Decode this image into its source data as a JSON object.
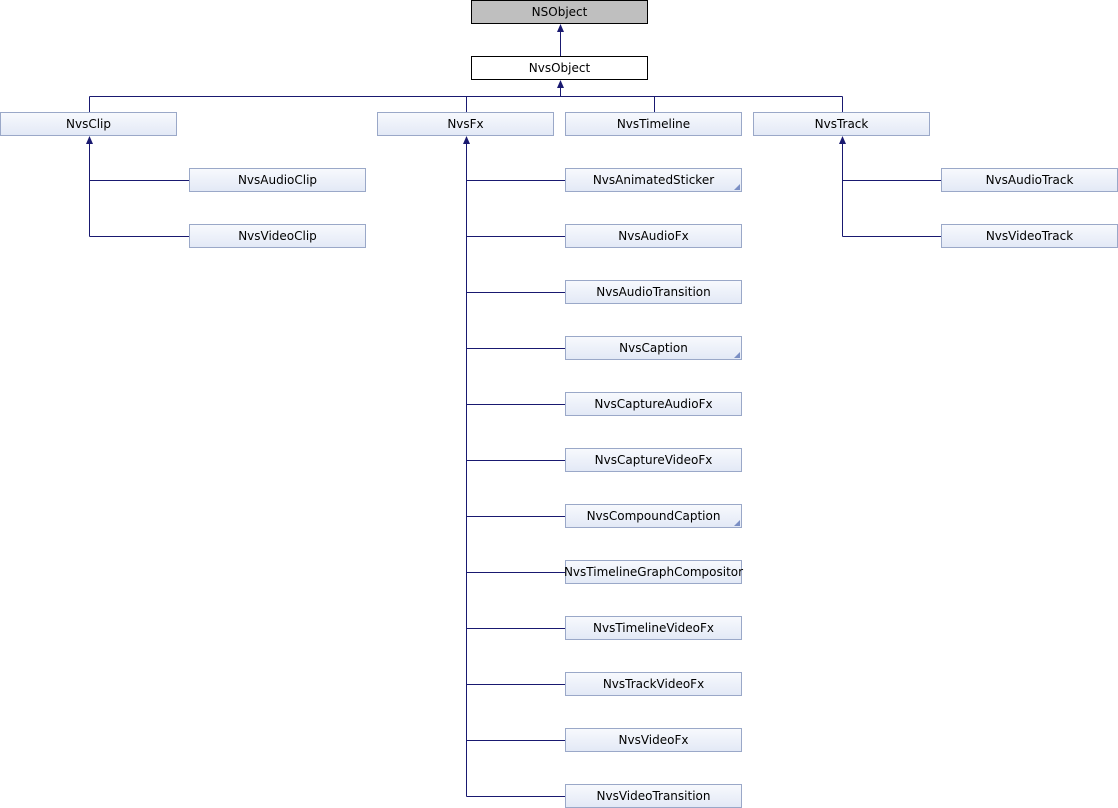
{
  "diagram": {
    "nodes": [
      {
        "id": "NSObject",
        "label": "NSObject",
        "kind": "root",
        "link": false,
        "more": false
      },
      {
        "id": "NvsObject",
        "label": "NvsObject",
        "kind": "current",
        "link": false,
        "more": false
      },
      {
        "id": "NvsClip",
        "label": "NvsClip",
        "kind": "class",
        "link": true,
        "more": false
      },
      {
        "id": "NvsFx",
        "label": "NvsFx",
        "kind": "class",
        "link": true,
        "more": false
      },
      {
        "id": "NvsTimeline",
        "label": "NvsTimeline",
        "kind": "class",
        "link": true,
        "more": false
      },
      {
        "id": "NvsTrack",
        "label": "NvsTrack",
        "kind": "class",
        "link": true,
        "more": false
      },
      {
        "id": "NvsAudioClip",
        "label": "NvsAudioClip",
        "kind": "class",
        "link": true,
        "more": false
      },
      {
        "id": "NvsVideoClip",
        "label": "NvsVideoClip",
        "kind": "class",
        "link": true,
        "more": false
      },
      {
        "id": "NvsAudioTrack",
        "label": "NvsAudioTrack",
        "kind": "class",
        "link": true,
        "more": false
      },
      {
        "id": "NvsVideoTrack",
        "label": "NvsVideoTrack",
        "kind": "class",
        "link": true,
        "more": false
      },
      {
        "id": "NvsAnimatedSticker",
        "label": "NvsAnimatedSticker",
        "kind": "class",
        "link": true,
        "more": true
      },
      {
        "id": "NvsAudioFx",
        "label": "NvsAudioFx",
        "kind": "class",
        "link": true,
        "more": false
      },
      {
        "id": "NvsAudioTransition",
        "label": "NvsAudioTransition",
        "kind": "class",
        "link": true,
        "more": false
      },
      {
        "id": "NvsCaption",
        "label": "NvsCaption",
        "kind": "class",
        "link": true,
        "more": true
      },
      {
        "id": "NvsCaptureAudioFx",
        "label": "NvsCaptureAudioFx",
        "kind": "class",
        "link": true,
        "more": false
      },
      {
        "id": "NvsCaptureVideoFx",
        "label": "NvsCaptureVideoFx",
        "kind": "class",
        "link": true,
        "more": false
      },
      {
        "id": "NvsCompoundCaption",
        "label": "NvsCompoundCaption",
        "kind": "class",
        "link": true,
        "more": true
      },
      {
        "id": "NvsTimelineGraphCompositor",
        "label": "NvsTimelineGraphCompositor",
        "kind": "class",
        "link": true,
        "more": false
      },
      {
        "id": "NvsTimelineVideoFx",
        "label": "NvsTimelineVideoFx",
        "kind": "class",
        "link": true,
        "more": false
      },
      {
        "id": "NvsTrackVideoFx",
        "label": "NvsTrackVideoFx",
        "kind": "class",
        "link": true,
        "more": false
      },
      {
        "id": "NvsVideoFx",
        "label": "NvsVideoFx",
        "kind": "class",
        "link": true,
        "more": false
      },
      {
        "id": "NvsVideoTransition",
        "label": "NvsVideoTransition",
        "kind": "class",
        "link": true,
        "more": false
      }
    ],
    "edges": [
      {
        "from": "NvsObject",
        "to": "NSObject"
      },
      {
        "from": "NvsClip",
        "to": "NvsObject"
      },
      {
        "from": "NvsFx",
        "to": "NvsObject"
      },
      {
        "from": "NvsTimeline",
        "to": "NvsObject"
      },
      {
        "from": "NvsTrack",
        "to": "NvsObject"
      },
      {
        "from": "NvsAudioClip",
        "to": "NvsClip"
      },
      {
        "from": "NvsVideoClip",
        "to": "NvsClip"
      },
      {
        "from": "NvsAudioTrack",
        "to": "NvsTrack"
      },
      {
        "from": "NvsVideoTrack",
        "to": "NvsTrack"
      },
      {
        "from": "NvsAnimatedSticker",
        "to": "NvsFx"
      },
      {
        "from": "NvsAudioFx",
        "to": "NvsFx"
      },
      {
        "from": "NvsAudioTransition",
        "to": "NvsFx"
      },
      {
        "from": "NvsCaption",
        "to": "NvsFx"
      },
      {
        "from": "NvsCaptureAudioFx",
        "to": "NvsFx"
      },
      {
        "from": "NvsCaptureVideoFx",
        "to": "NvsFx"
      },
      {
        "from": "NvsCompoundCaption",
        "to": "NvsFx"
      },
      {
        "from": "NvsTimelineGraphCompositor",
        "to": "NvsFx"
      },
      {
        "from": "NvsTimelineVideoFx",
        "to": "NvsFx"
      },
      {
        "from": "NvsTrackVideoFx",
        "to": "NvsFx"
      },
      {
        "from": "NvsVideoFx",
        "to": "NvsFx"
      },
      {
        "from": "NvsVideoTransition",
        "to": "NvsFx"
      }
    ],
    "colors": {
      "edge": "#191970",
      "root_fill": "#bfbfbf",
      "node_border": "#9aa8c8"
    }
  }
}
